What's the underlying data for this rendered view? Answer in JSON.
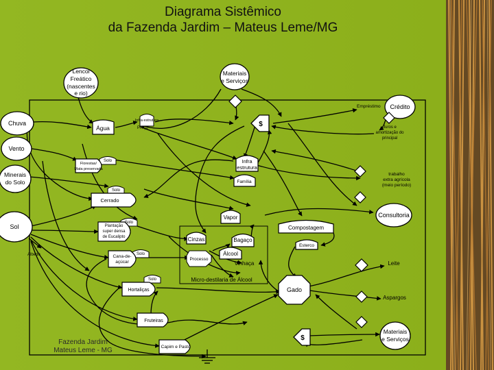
{
  "title": {
    "line1": "Diagrama Sistêmico",
    "line2": "da Fazenda Jardim – Mateus Leme/MG"
  },
  "colors": {
    "background": "#8fb41c",
    "node_fill": "#ffffff",
    "stroke": "#000000",
    "reeds": "#c98a3a"
  },
  "sources": {
    "lencol": [
      "Lencol",
      "Freático",
      "(nascentes",
      "e rio)"
    ],
    "materiais_top": [
      "Materiais",
      "e Serviços"
    ],
    "chuva": "Chuva",
    "vento": "Vento",
    "minerais": [
      "Minerais",
      "do Solo"
    ],
    "sol": "Sol",
    "credito": "Crédito",
    "consultoria": "Consultoria",
    "materiais_bottom": [
      "Materiais",
      "e Serviços"
    ]
  },
  "storages": {
    "agua": "Água",
    "solo_1": "Solo",
    "solo_2": "Solo",
    "solo_3": "Solo",
    "solo_4": "Solo",
    "solo_5": "Solo",
    "infra_top": "Infra estrutura",
    "infra_main": [
      "Infra",
      "estrutura"
    ],
    "familia": "Família",
    "vapor": "Vapor",
    "cinzas": "Cinzas",
    "bagaco": "Bagaço",
    "alcool": "Álcool",
    "compostagem": "Compostagem",
    "esterco": "Esterco",
    "vinhaca": "Vinhaça"
  },
  "producers": {
    "mata": [
      "Florestas/",
      "Mata preservada"
    ],
    "cerrado": "Cerrado",
    "plantacao": [
      "Plantação",
      "super densa",
      "de Eucalipto"
    ],
    "cana": [
      "Cana-de-",
      "açúcar"
    ],
    "hortalicas": "Hortaliças",
    "fruteiras": "Fruteiras",
    "capim": "Capim e Pasto"
  },
  "consumers": {
    "gado": "Gado",
    "microdest": "Micro-destilaria de Álcool",
    "processo": "Processo"
  },
  "labels": {
    "preco": "Preço",
    "cifrao_1": "$",
    "cifrao_2": "$",
    "emprestimo": "Empréstimo",
    "juros": [
      "Juros e",
      "amortização do",
      "principal"
    ],
    "trabalho": [
      "trabalho",
      "extra agrícola",
      "(meio período)"
    ],
    "leite": "Leite",
    "aspargos": "Aspargos",
    "albedo": "Albedo",
    "footer": [
      "Fazenda Jardim",
      "Mateus Leme - MG"
    ]
  }
}
